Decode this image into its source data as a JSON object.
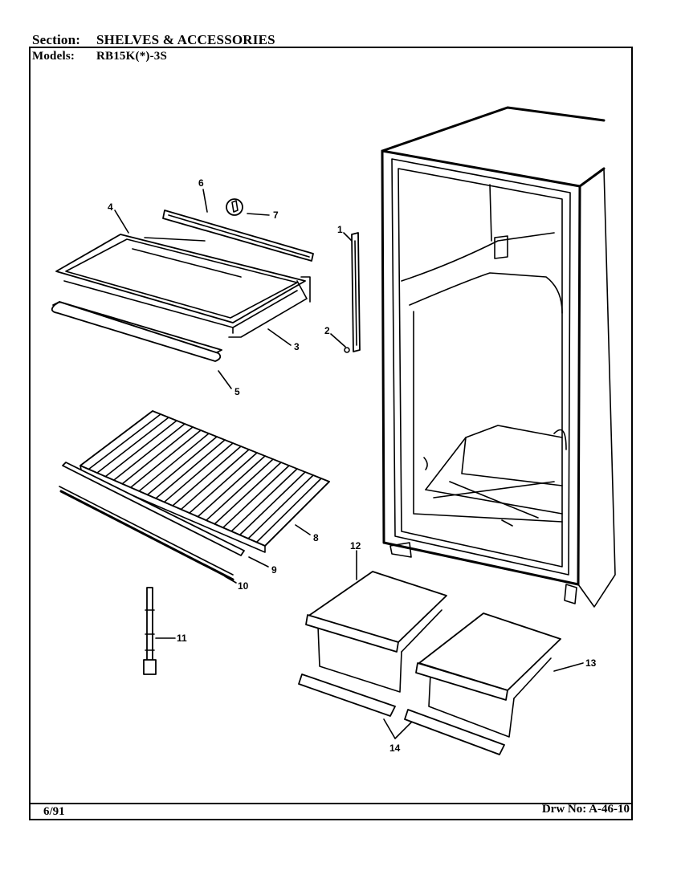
{
  "header": {
    "section_label": "Section:",
    "section_value": "SHELVES & ACCESSORIES",
    "models_label": "Models:",
    "models_value": "RB15K(*)-3S"
  },
  "footer": {
    "date": "6/91",
    "drawing_number": "Drw No: A-46-10"
  },
  "callouts": [
    "1",
    "2",
    "3",
    "4",
    "5",
    "6",
    "7",
    "8",
    "9",
    "10",
    "11",
    "12",
    "13",
    "14"
  ]
}
